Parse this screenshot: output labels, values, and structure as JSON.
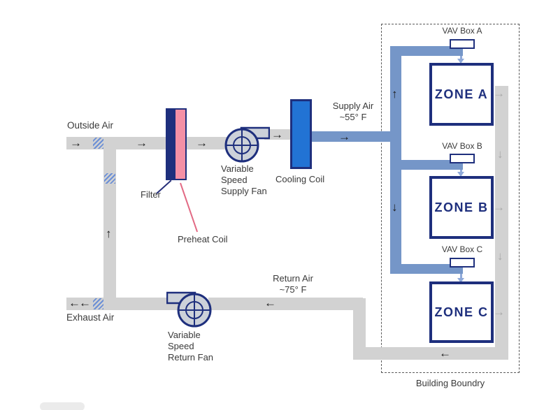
{
  "colors": {
    "navy": "#1e2f7d",
    "supply_blue": "#7596c8",
    "drop_blue": "#8fa9d9",
    "duct_gray": "#d2d2d2",
    "coil_blue": "#2273d4",
    "preheat_pink": "#f490a5",
    "hatch_blue": "#6b8fd6",
    "arrow_black": "#1c1c1c",
    "arrow_gray": "#a9a9a9",
    "text": "#3a3a3a"
  },
  "icons": {
    "arrow_right": "→",
    "arrow_left": "←",
    "arrow_up": "↑",
    "arrow_down": "↓"
  },
  "labels": {
    "outside_air": "Outside Air",
    "exhaust_air": "Exhaust Air",
    "filter": "Filter",
    "preheat_coil": "Preheat Coil",
    "cooling_coil": "Cooling Coil",
    "building_boundary": "Building Boundry",
    "supply_fan": [
      "Variable",
      "Speed",
      "Supply Fan"
    ],
    "return_fan": [
      "Variable",
      "Speed",
      "Return Fan"
    ],
    "supply_air": [
      "Supply Air",
      "~55° F"
    ],
    "return_air": [
      "Return Air",
      "~75° F"
    ]
  },
  "zones": [
    {
      "vav_label": "VAV Box A",
      "name": "ZONE A"
    },
    {
      "vav_label": "VAV Box B",
      "name": "ZONE B"
    },
    {
      "vav_label": "VAV Box C",
      "name": "ZONE C"
    }
  ]
}
